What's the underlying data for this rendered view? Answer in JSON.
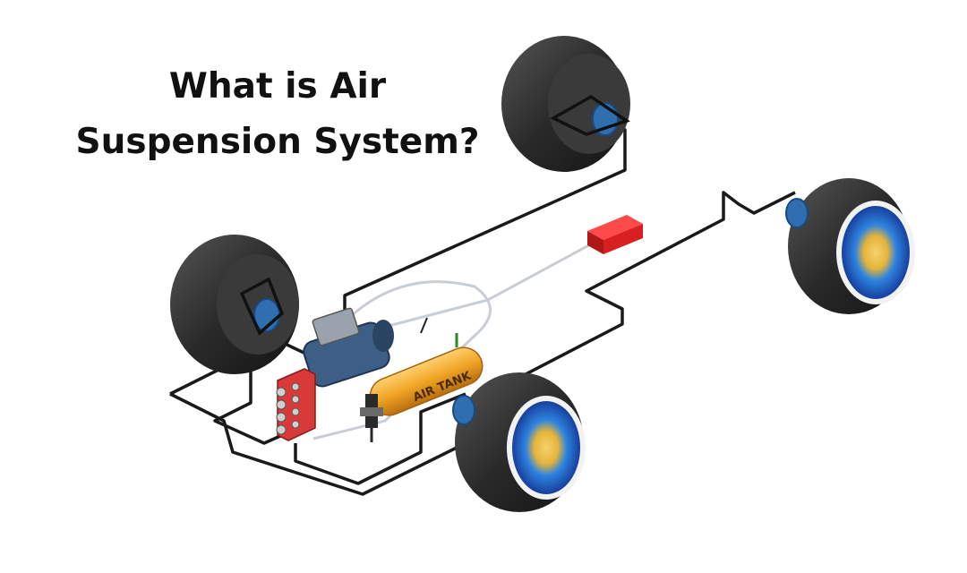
{
  "title_lines": [
    "What is Air",
    "Suspension System?"
  ],
  "components": {
    "tank_label": "AIR TANK"
  },
  "colors": {
    "tire": "#2a2a2a",
    "tire_highlight": "#5a5a5a",
    "hub_blue": "#1f6fd1",
    "hub_yellow": "#e5b43a",
    "air_spring": "#2f6fb0",
    "air_line": "#1a1a1a",
    "air_tank": "#f0a424",
    "ecu_box": "#d92020",
    "compressor": "#3d5f86",
    "valve_block": "#d83a3a"
  }
}
